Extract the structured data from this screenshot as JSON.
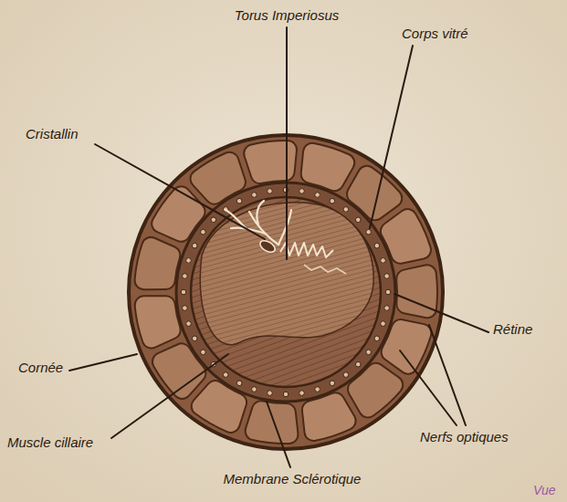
{
  "diagram": {
    "labels": [
      "Torus Imperiosus",
      "Corps vitré",
      "Cristallin",
      "Cornée",
      "Rétine",
      "Muscle cillaire",
      "Nerfs optiques",
      "Membrane Sclérotique",
      "Vue"
    ]
  }
}
